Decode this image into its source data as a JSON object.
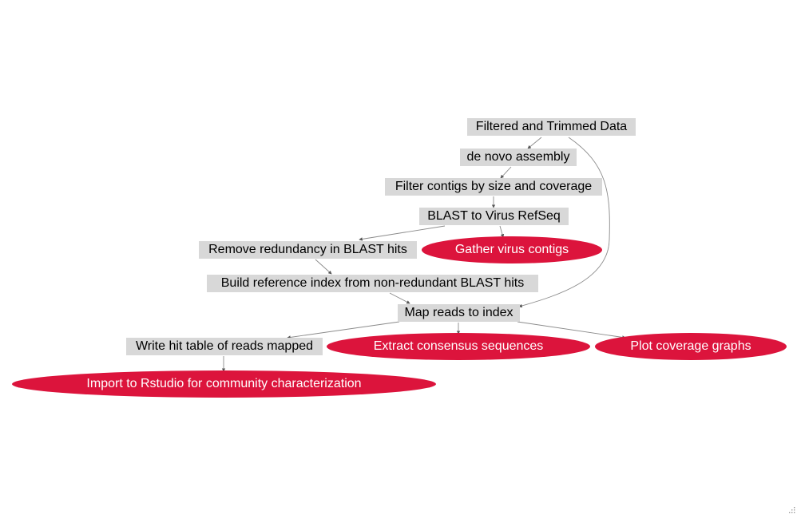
{
  "colors": {
    "box_fill": "#d8d8d8",
    "ellipse_fill": "#dc143c",
    "edge": "#777777"
  },
  "nodes": {
    "filtered_trimmed": "Filtered and Trimmed Data",
    "de_novo": "de novo assembly",
    "filter_contigs": "Filter contigs by size and coverage",
    "blast_refseq": "BLAST to Virus RefSeq",
    "remove_redundancy": "Remove redundancy in BLAST hits",
    "gather_contigs": "Gather virus contigs",
    "build_index": "Build reference index from non-redundant BLAST hits",
    "map_reads": "Map reads to index",
    "write_hit_table": "Write hit table of reads mapped",
    "extract_consensus": "Extract consensus sequences",
    "plot_coverage": "Plot coverage graphs",
    "import_rstudio": "Import to Rstudio for community characterization"
  }
}
